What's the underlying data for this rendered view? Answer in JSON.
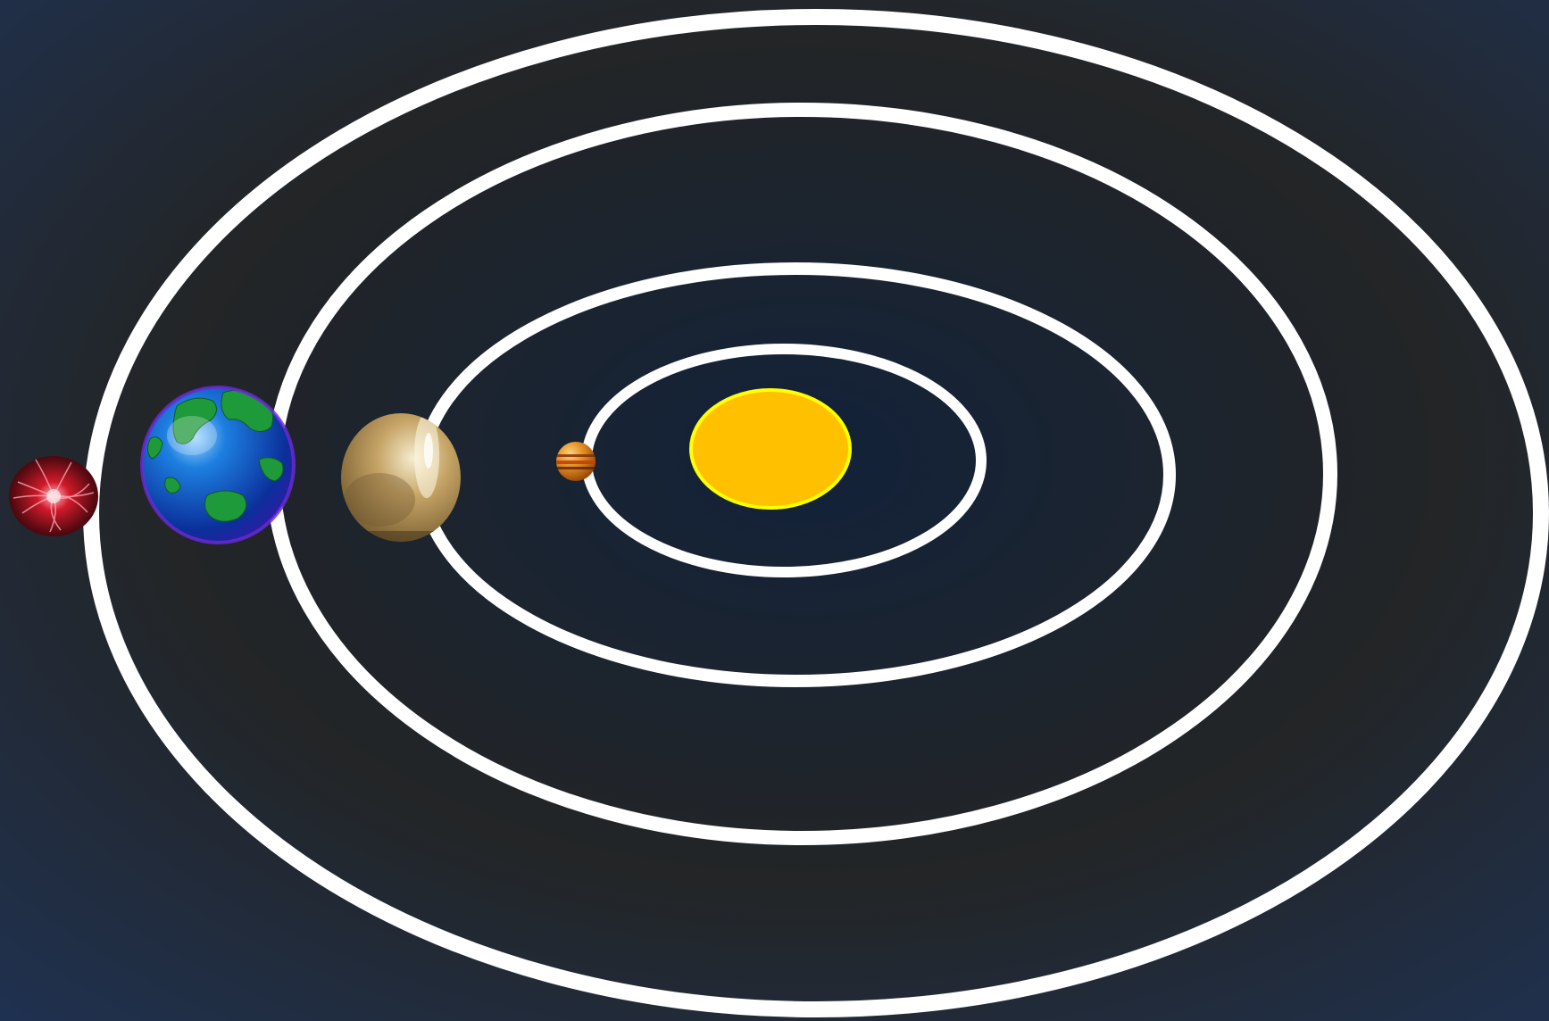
{
  "colors": {
    "background_edge": "#1f3150",
    "background_dark": "#232526",
    "background_center": "#12223a",
    "orbit": "#ffffff",
    "sun_fill": "#ffc000",
    "sun_outline": "#ffff00"
  },
  "orbits": [
    {
      "id": "orbit-1"
    },
    {
      "id": "orbit-2"
    },
    {
      "id": "orbit-3"
    },
    {
      "id": "orbit-4"
    }
  ],
  "bodies": [
    {
      "id": "sun",
      "kind": "star"
    },
    {
      "id": "planet-1",
      "kind": "planet",
      "look": "orange-banded-planet"
    },
    {
      "id": "planet-2",
      "kind": "planet",
      "look": "golden-misty-planet"
    },
    {
      "id": "planet-3",
      "kind": "planet",
      "look": "earth-globe"
    },
    {
      "id": "planet-4",
      "kind": "planet",
      "look": "red-energy-orb"
    }
  ]
}
